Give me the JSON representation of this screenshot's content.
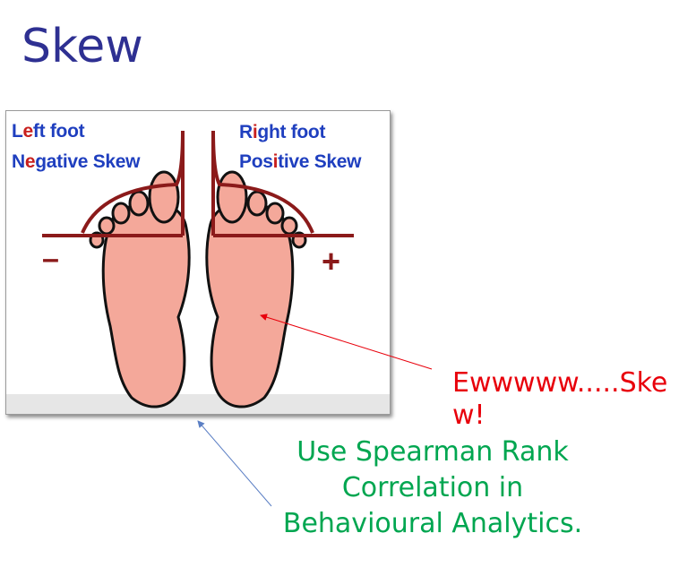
{
  "slide": {
    "title": "Skew"
  },
  "figure": {
    "left_heading": {
      "prefix": "L",
      "accent": "e",
      "suffix": "ft foot"
    },
    "left_subheading": {
      "prefix": "N",
      "accent": "e",
      "suffix": "gative Skew"
    },
    "right_heading": {
      "prefix": "R",
      "accent": "i",
      "suffix": "ght foot"
    },
    "right_subheading": {
      "prefix": "Pos",
      "accent": "i",
      "suffix": "tive Skew"
    },
    "minus_sign": "–",
    "plus_sign": "+",
    "colors": {
      "heading_blue": "#1f3fbf",
      "accent_red": "#c8201e",
      "curve": "#8b1a1a",
      "skin": "#f4a89a"
    }
  },
  "annotations": {
    "red_caption": "Ewwwww.....Skew!",
    "green_caption": "Use Spearman Rank Correlation in Behavioural Analytics.",
    "red_color": "#e8000b",
    "green_color": "#00a650"
  }
}
